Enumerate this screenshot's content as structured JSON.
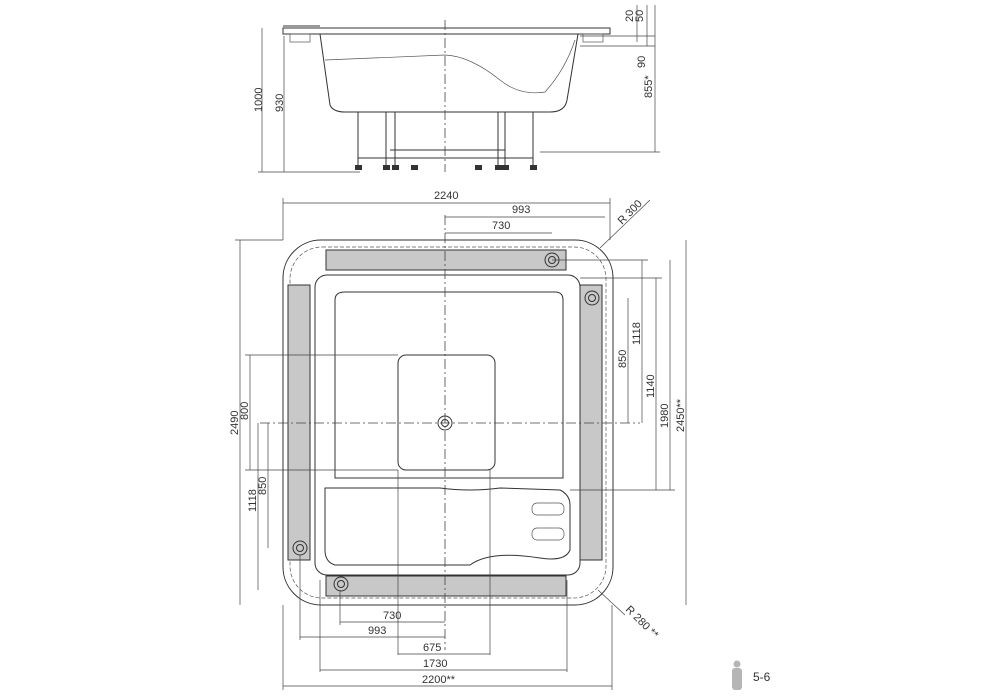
{
  "side_view": {
    "dims": {
      "total_height": "1000",
      "height_930": "930",
      "rim_20": "20",
      "rim_50": "50",
      "depth_90": "90",
      "inner_855": "855*"
    }
  },
  "top_view": {
    "top_dims": {
      "width": "2240",
      "drain_993": "993",
      "drain_730": "730",
      "radius_top": "R 300"
    },
    "left_dims": {
      "length": "2490",
      "d800": "800",
      "d850": "850",
      "d1118": "1118"
    },
    "right_dims": {
      "d850": "850",
      "d1118": "1118",
      "d1140": "1140",
      "d1980": "1980",
      "length": "2450**"
    },
    "bottom_dims": {
      "d730": "730",
      "d993": "993",
      "d675": "675",
      "d1730": "1730",
      "width": "2200**",
      "radius_bottom": "R 280 **"
    }
  },
  "capacity": {
    "icon": "person-icon",
    "label": "5-6"
  }
}
